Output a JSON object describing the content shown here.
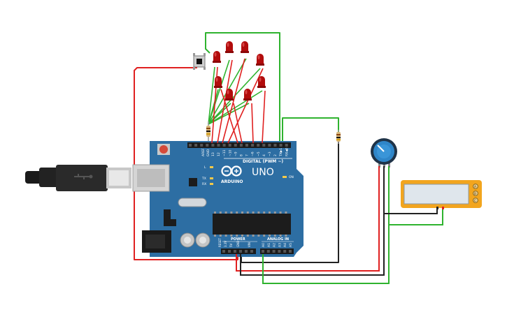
{
  "board": {
    "brand": "ARDUINO",
    "model": "UNO",
    "digital_label": "DIGITAL (PWM ~)",
    "power_label": "POWER",
    "analog_label": "ANALOG IN",
    "on_label": "ON",
    "led_l": "L",
    "led_tx": "TX",
    "led_rx": "RX",
    "aref": "AREF",
    "gnd": "GND",
    "reset": "RESET",
    "v33": "3.3V",
    "v5": "5V",
    "vin": "VIN",
    "digital_pins": [
      "13",
      "12",
      "~11",
      "~10",
      "~9",
      "8",
      "7",
      "~6",
      "~5",
      "4",
      "~3",
      "2",
      "TX▶1",
      "RX◀0"
    ],
    "analog_pins": [
      "A0",
      "A1",
      "A2",
      "A3",
      "A4",
      "A5"
    ]
  },
  "lcd": {
    "buttons": [
      "A",
      "B",
      "C"
    ]
  },
  "colors": {
    "board": "#2d6ea3",
    "board_dark": "#245d8d",
    "wire_red": "#e02020",
    "wire_green": "#2fb32f",
    "wire_black": "#222222",
    "led": "#b20c0c",
    "lcd_frame": "#f2a51e",
    "lcd_screen": "#dfe6ec"
  },
  "components": {
    "leds": "led-icon",
    "button": "pushbutton-icon",
    "resistor": "resistor-icon",
    "potentiometer": "potentiometer-icon",
    "usb": "usb-cable-icon"
  }
}
